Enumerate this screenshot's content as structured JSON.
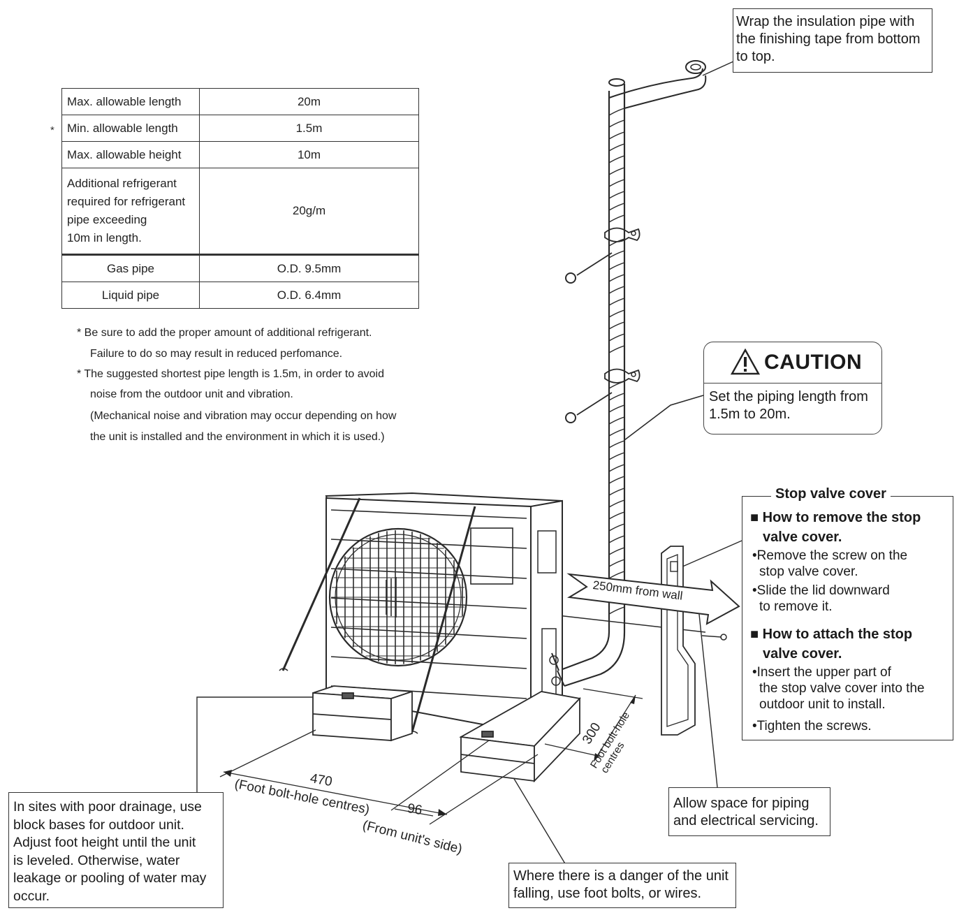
{
  "spec_table": {
    "rows": [
      {
        "label": "Max. allowable length",
        "value": "20m",
        "marked": false
      },
      {
        "label": "Min. allowable length",
        "value": "1.5m",
        "marked": true
      },
      {
        "label": "Max. allowable height",
        "value": "10m",
        "marked": false
      },
      {
        "label": "Additional refrigerant required for refrigerant pipe exceeding 10m in length.",
        "label_lines": [
          "Additional refrigerant",
          "required for refrigerant",
          "pipe exceeding",
          "10m in length."
        ],
        "value": "20g/m",
        "marked": false
      },
      {
        "label": "Gas pipe",
        "value": "O.D. 9.5mm",
        "marked": false
      },
      {
        "label": "Liquid pipe",
        "value": "O.D. 6.4mm",
        "marked": false
      }
    ],
    "marker": "*"
  },
  "notes": [
    "* Be sure to add the proper amount of additional refrigerant.",
    "Failure to do so may result in reduced perfomance.",
    "* The suggested shortest pipe length is 1.5m, in order to avoid",
    "noise from the outdoor unit and vibration.",
    "(Mechanical noise and vibration may occur depending on how",
    "the unit is installed and the environment in which it is used.)"
  ],
  "callouts": {
    "tape": [
      "Wrap the insulation pipe with",
      "the finishing tape from bottom",
      "to top."
    ],
    "drainage": [
      "In sites with poor drainage, use",
      "block bases for outdoor unit.",
      "Adjust foot height until the unit",
      "is leveled. Otherwise, water",
      "leakage or pooling of water may",
      "occur."
    ],
    "falling": [
      "Where there is a danger of the unit",
      "falling, use foot bolts, or wires."
    ],
    "space": [
      "Allow space for piping",
      "and electrical servicing."
    ]
  },
  "caution": {
    "title": "CAUTION",
    "body": [
      "Set the piping length from",
      "1.5m to 20m."
    ]
  },
  "stop_valve": {
    "title": "Stop valve cover",
    "remove_heading": [
      "How to remove the stop",
      "valve cover."
    ],
    "remove_steps": [
      [
        "Remove the screw on the",
        "stop valve cover."
      ],
      [
        "Slide the lid downward",
        "to remove it."
      ]
    ],
    "attach_heading": [
      "How to attach the stop",
      "valve cover."
    ],
    "attach_steps": [
      [
        "Insert the upper part of",
        "the stop valve cover into the",
        "outdoor unit to install."
      ],
      [
        "Tighten the screws."
      ]
    ],
    "bullet_square": "■",
    "bullet_dot": "•"
  },
  "dimensions": {
    "wall_clearance": "250mm from wall",
    "bolt_width": "470",
    "bolt_width_note": "(Foot bolt-hole centres)",
    "side_offset": "96",
    "side_offset_note": "(From unit's side)",
    "bolt_depth": "300",
    "bolt_depth_note": [
      "Foot bolt-hole",
      "centres"
    ]
  }
}
